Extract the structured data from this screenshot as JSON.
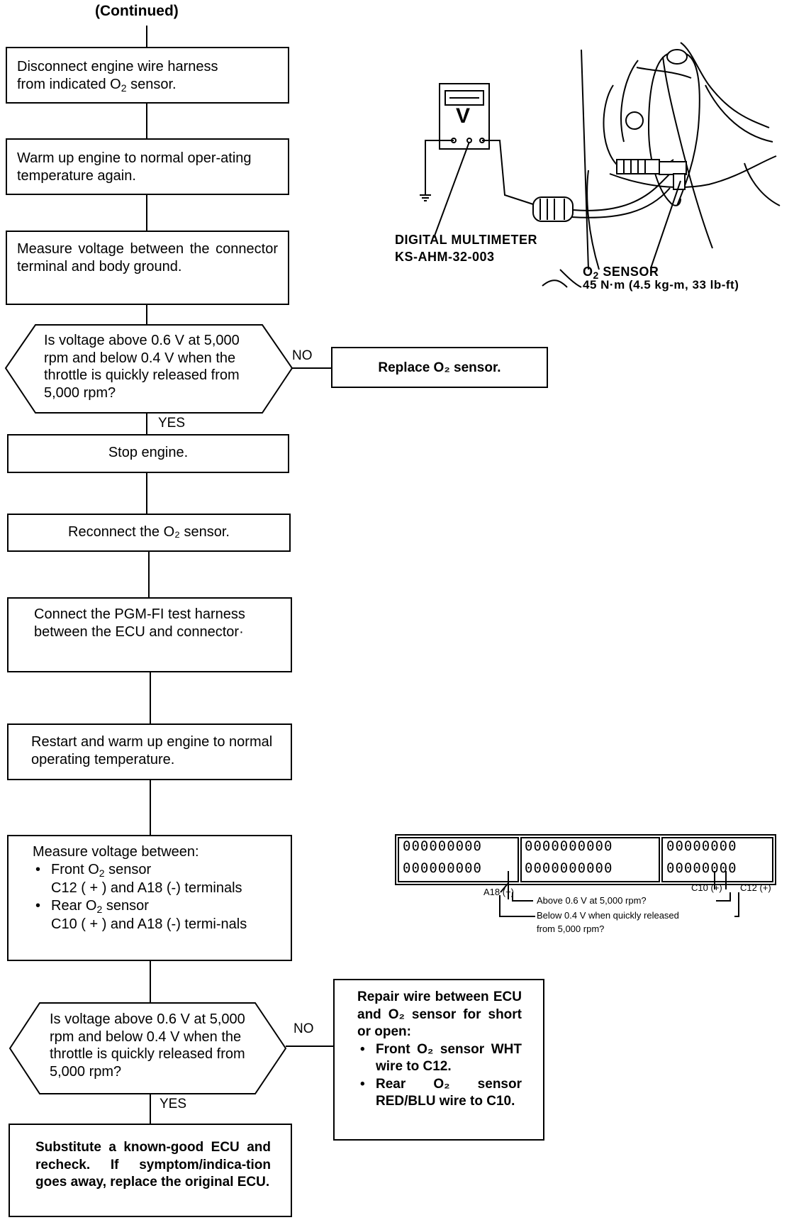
{
  "header": {
    "continued": "(Continued)"
  },
  "steps": {
    "disconnect": {
      "line1": "Disconnect engine wire harness",
      "line2a": "from indicated O",
      "line2sub": "2",
      "line2b": " sensor."
    },
    "warmup": "Warm up engine to normal oper-ating temperature again.",
    "measure1": "Measure voltage between the connector terminal and body ground.",
    "decision1": {
      "text": "Is voltage above 0.6 V at 5,000 rpm and below 0.4 V when the throttle is quickly released from 5,000 rpm?",
      "no_label": "NO",
      "yes_label": "YES"
    },
    "replace": "Replace O₂ sensor.",
    "stop": "Stop engine.",
    "reconnect": "Reconnect the O₂ sensor.",
    "connect_harness": "Connect the PGM-FI test harness between the ECU and connector·",
    "restart": "Restart and warm up engine to normal operating temperature.",
    "measure2": {
      "intro": "Measure voltage between:",
      "front_a": "Front O",
      "front_sub": "2",
      "front_b": " sensor",
      "front_terms": "C12 ( + ) and A18 (-) terminals",
      "rear_a": "Rear O",
      "rear_sub": "2",
      "rear_b": " sensor",
      "rear_terms": "C10 ( + ) and A18 (-) termi-nals"
    },
    "decision2": {
      "text": "Is voltage above 0.6 V at 5,000 rpm and below 0.4 V when the throttle is quickly released from 5,000 rpm?",
      "no_label": "NO",
      "yes_label": "YES"
    },
    "repair": {
      "intro": "Repair wire between ECU and O₂ sensor for short or open:",
      "item1": "Front O₂ sensor WHT wire to C12.",
      "item2": "Rear O₂ sensor RED/BLU wire to C10."
    },
    "substitute": "Substitute a known-good ECU and recheck. If symptom/indica-tion goes away, replace the original ECU."
  },
  "illustration": {
    "multimeter_symbol": "V",
    "multimeter_label1": "DIGITAL MULTIMETER",
    "multimeter_label2": "KS-AHM-32-003",
    "sensor_label_a": "O",
    "sensor_label_sub": "2",
    "sensor_label_b": " SENSOR",
    "sensor_torque": "45 N·m (4.5 kg-m, 33 lb-ft)"
  },
  "connector": {
    "row1": [
      "000000000",
      "0000000000",
      "00000000"
    ],
    "row2": [
      "000000000",
      "0000000000",
      "00000000"
    ],
    "label_a18": "A18 (−)",
    "label_c10": "C10 (+)",
    "label_c12": "C12 (+)",
    "note_above": "Above 0.6 V at 5,000 rpm?",
    "note_below": "Below 0.4 V when quickly released",
    "note_from": "from 5,000 rpm?"
  }
}
